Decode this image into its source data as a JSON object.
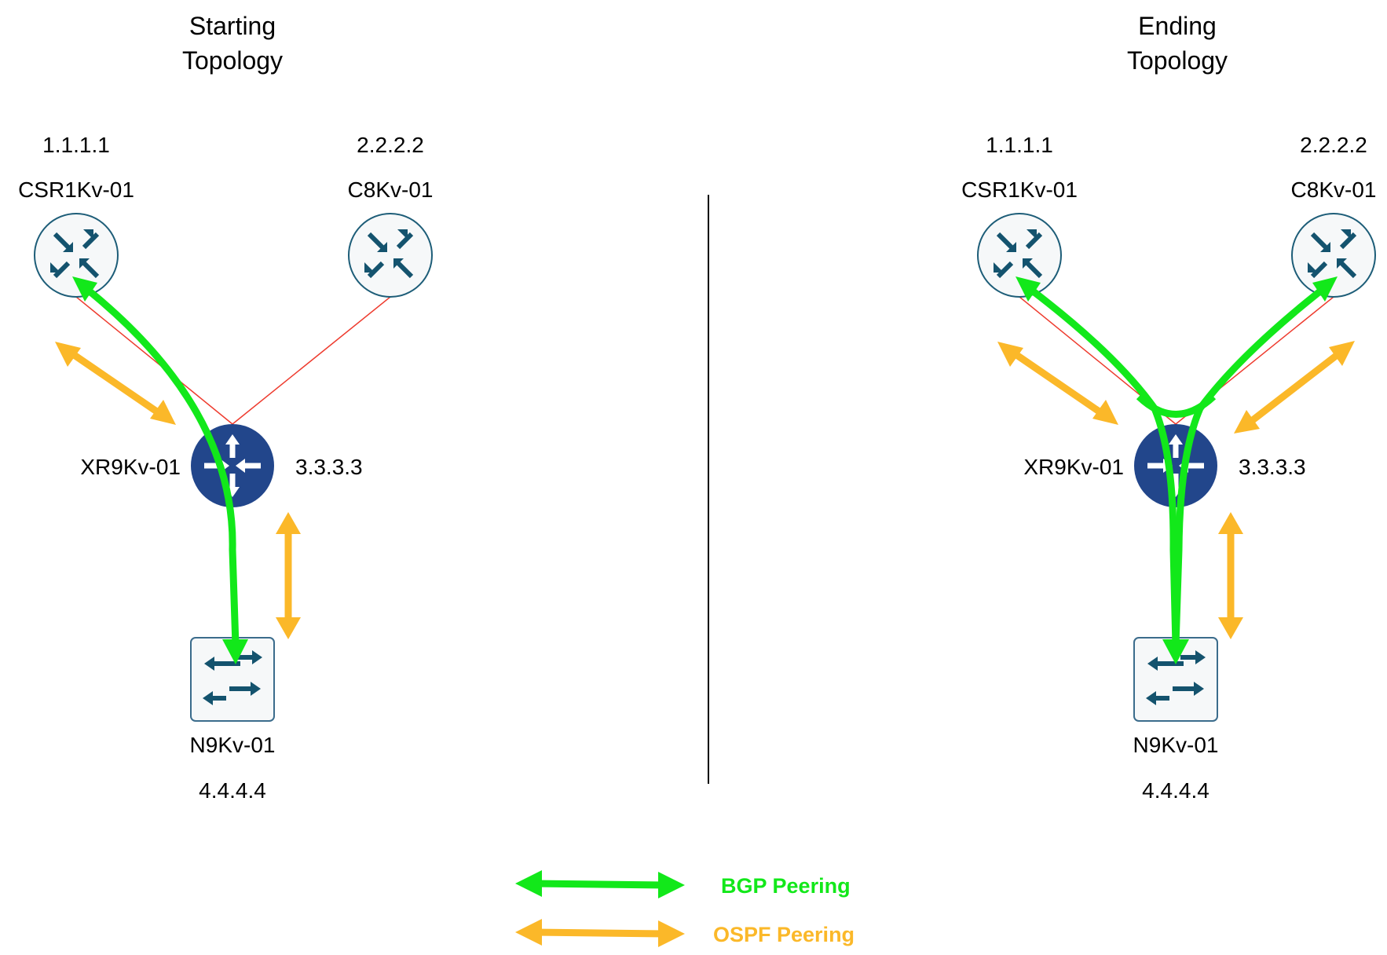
{
  "colors": {
    "bgp": "#12e81a",
    "ospf": "#fbb829",
    "link": "#ee3b2e",
    "router_ring": "#1d5d78",
    "router_fill": "#f6f8f9",
    "router_arrow": "#14536e",
    "xr_fill": "#22468b",
    "switch_border": "#3b6c8c"
  },
  "panels": {
    "start": {
      "title_line1": "Starting",
      "title_line2": "Topology",
      "csr": {
        "ip": "1.1.1.1",
        "name": "CSR1Kv-01",
        "icon": "router-icon"
      },
      "c8k": {
        "ip": "2.2.2.2",
        "name": "C8Kv-01",
        "icon": "router-icon"
      },
      "xr": {
        "ip": "3.3.3.3",
        "name": "XR9Kv-01",
        "icon": "core-router-icon"
      },
      "n9k": {
        "ip": "4.4.4.4",
        "name": "N9Kv-01",
        "icon": "switch-icon"
      }
    },
    "end": {
      "title_line1": "Ending",
      "title_line2": "Topology",
      "csr": {
        "ip": "1.1.1.1",
        "name": "CSR1Kv-01",
        "icon": "router-icon"
      },
      "c8k": {
        "ip": "2.2.2.2",
        "name": "C8Kv-01",
        "icon": "router-icon"
      },
      "xr": {
        "ip": "3.3.3.3",
        "name": "XR9Kv-01",
        "icon": "core-router-icon"
      },
      "n9k": {
        "ip": "4.4.4.4",
        "name": "N9Kv-01",
        "icon": "switch-icon"
      }
    }
  },
  "legend": {
    "bgp_label": "BGP Peering",
    "ospf_label": "OSPF Peering"
  }
}
